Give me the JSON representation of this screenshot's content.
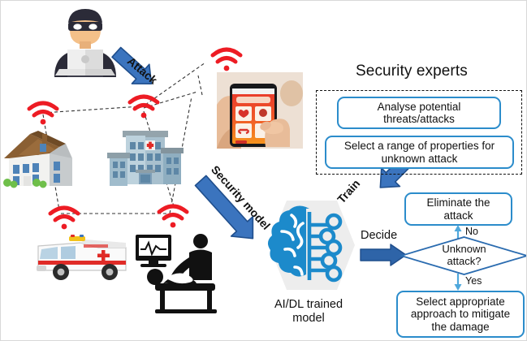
{
  "figure": {
    "title_security_experts": "Security experts",
    "model_caption": "AI/DL trained\nmodel"
  },
  "expert_panel": {
    "boxes": [
      {
        "id": "analyse-box",
        "text": "Analyse potential\nthreats/attacks"
      },
      {
        "id": "select-properties-box",
        "text": "Select a range of properties for\nunknown attack"
      }
    ]
  },
  "arrows": [
    {
      "id": "attack-arrow",
      "label": "Attack"
    },
    {
      "id": "security-model-arrow",
      "label": "Security model"
    },
    {
      "id": "train-arrow",
      "label": "Train"
    },
    {
      "id": "decide-arrow",
      "label": "Decide"
    }
  ],
  "flowchart": {
    "eliminate_box": "Eliminate the\nattack",
    "decision_diamond": "Unknown\nattack?",
    "mitigate_box": "Select appropriate\napproach to mitigate\nthe damage",
    "branch_no": "No",
    "branch_yes": "Yes"
  },
  "nodes": [
    {
      "id": "hacker",
      "name": "hacker-with-laptop-icon"
    },
    {
      "id": "house",
      "name": "smart-home-icon"
    },
    {
      "id": "hospital",
      "name": "hospital-building-icon"
    },
    {
      "id": "smartphone",
      "name": "health-app-smartphone-photo"
    },
    {
      "id": "ambulance",
      "name": "ambulance-icon"
    },
    {
      "id": "patient",
      "name": "patient-monitoring-icon"
    },
    {
      "id": "brain",
      "name": "ai-brain-circuit-icon"
    }
  ],
  "wifi_signals": [
    {
      "id": "wifi-house"
    },
    {
      "id": "wifi-hospital"
    },
    {
      "id": "wifi-phone"
    },
    {
      "id": "wifi-ambulance"
    },
    {
      "id": "wifi-patient"
    }
  ],
  "colors": {
    "box_border": "#2B8CCB",
    "flow_line": "#4FA8DC",
    "block_arrow": "#2E64A8",
    "block_arrow_light": "#3B74BE",
    "wifi_red": "#ED1C24",
    "brain_blue": "#1C8ACB",
    "brain_plate": "#EDEDED",
    "text": "#111111"
  }
}
